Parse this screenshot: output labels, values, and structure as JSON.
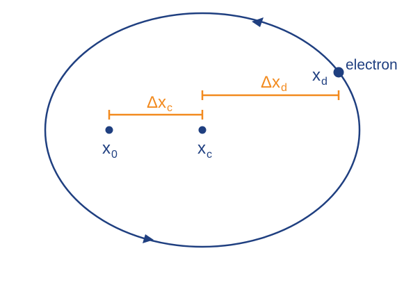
{
  "labels": {
    "x0": {
      "base": "x",
      "sub": "0"
    },
    "xc": {
      "base": "x",
      "sub": "c"
    },
    "xd": {
      "base": "x",
      "sub": "d"
    },
    "delta_xc": {
      "base": "Δx",
      "sub": "c"
    },
    "delta_xd": {
      "base": "Δx",
      "sub": "d"
    },
    "electron": "electron"
  },
  "colors": {
    "orbit": "#1f3f80",
    "point": "#1f3f80",
    "text": "#1f3f80",
    "interval": "#f28a1e"
  },
  "icons": {
    "direction_arrow": "triangle-arrow-icon"
  }
}
